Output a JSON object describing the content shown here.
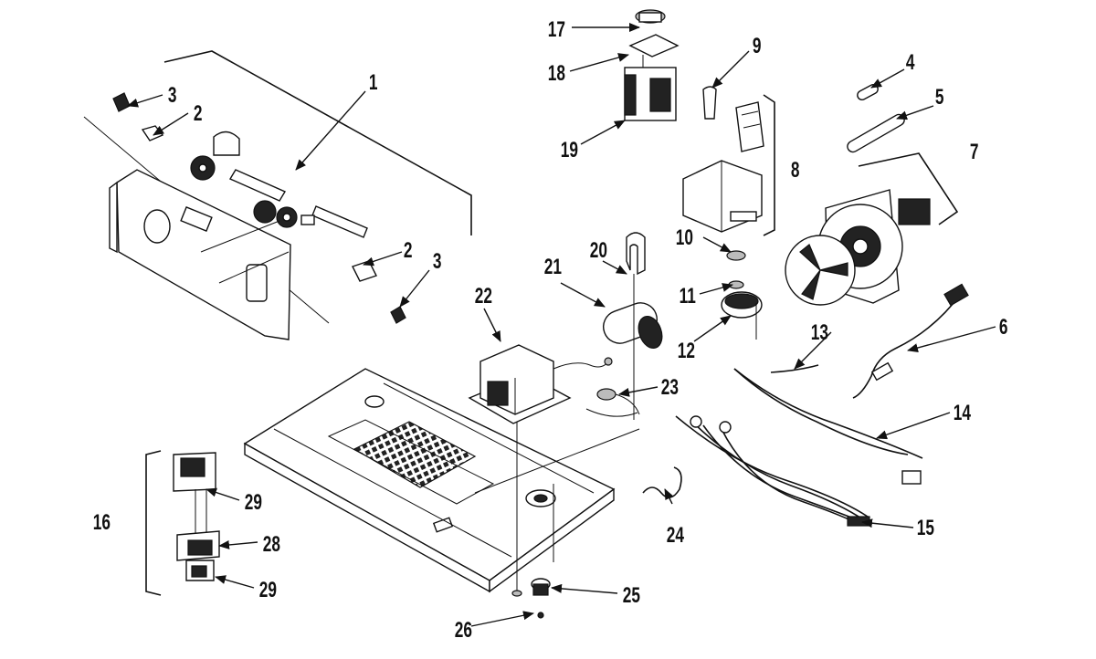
{
  "callouts": [
    {
      "id": "1",
      "text": "1"
    },
    {
      "id": "2a",
      "text": "2"
    },
    {
      "id": "2b",
      "text": "2"
    },
    {
      "id": "3a",
      "text": "3"
    },
    {
      "id": "3b",
      "text": "3"
    },
    {
      "id": "4",
      "text": "4"
    },
    {
      "id": "5",
      "text": "5"
    },
    {
      "id": "6",
      "text": "6"
    },
    {
      "id": "7",
      "text": "7"
    },
    {
      "id": "8",
      "text": "8"
    },
    {
      "id": "9",
      "text": "9"
    },
    {
      "id": "10",
      "text": "10"
    },
    {
      "id": "11",
      "text": "11"
    },
    {
      "id": "12",
      "text": "12"
    },
    {
      "id": "13",
      "text": "13"
    },
    {
      "id": "14",
      "text": "14"
    },
    {
      "id": "15",
      "text": "15"
    },
    {
      "id": "16",
      "text": "16"
    },
    {
      "id": "17",
      "text": "17"
    },
    {
      "id": "18",
      "text": "18"
    },
    {
      "id": "19",
      "text": "19"
    },
    {
      "id": "20",
      "text": "20"
    },
    {
      "id": "21",
      "text": "21"
    },
    {
      "id": "22",
      "text": "22"
    },
    {
      "id": "23",
      "text": "23"
    },
    {
      "id": "24",
      "text": "24"
    },
    {
      "id": "25",
      "text": "25"
    },
    {
      "id": "26",
      "text": "26"
    },
    {
      "id": "28",
      "text": "28"
    },
    {
      "id": "29a",
      "text": "29"
    },
    {
      "id": "29b",
      "text": "29"
    }
  ]
}
